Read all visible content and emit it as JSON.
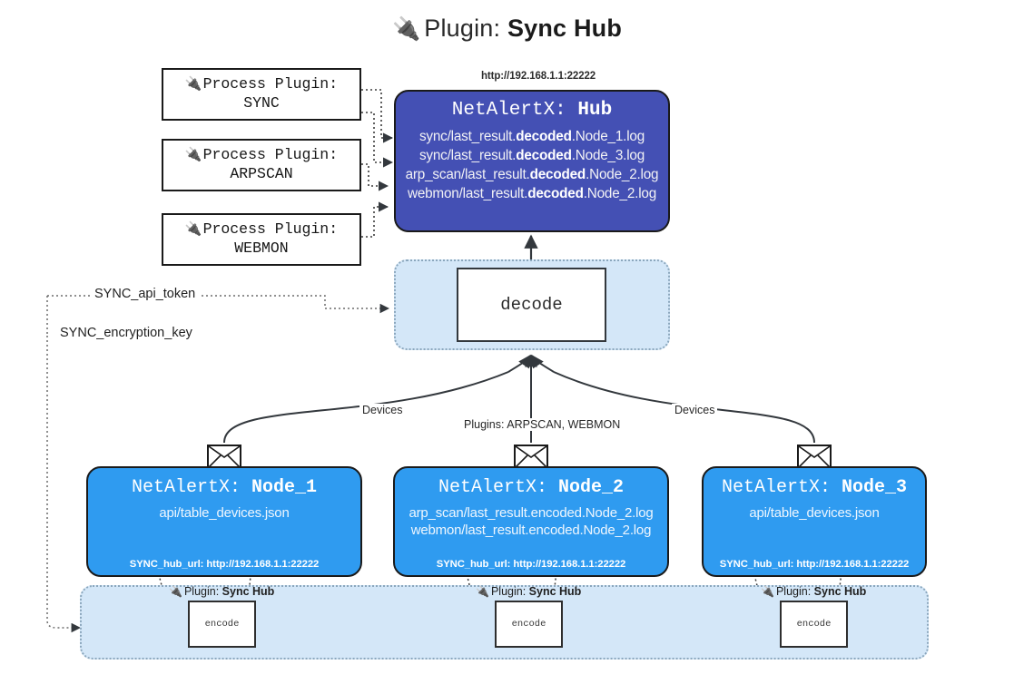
{
  "title": {
    "icon": "plug-icon",
    "prefix": "Plugin:",
    "name": "Sync Hub"
  },
  "process_plugins": [
    {
      "icon": "plug-icon",
      "line1": "Process Plugin:",
      "line2": "SYNC"
    },
    {
      "icon": "plug-icon",
      "line1": "Process Plugin:",
      "line2": "ARPSCAN"
    },
    {
      "icon": "plug-icon",
      "line1": "Process Plugin:",
      "line2": "WEBMON"
    }
  ],
  "hub": {
    "url": "http://192.168.1.1:22222",
    "title_prefix": "NetAlertX:",
    "title_name": "Hub",
    "logs": [
      {
        "pre": "sync/last_result.",
        "bold": "decoded",
        "post": ".Node_1.log"
      },
      {
        "pre": "sync/last_result.",
        "bold": "decoded",
        "post": ".Node_3.log"
      },
      {
        "pre": "arp_scan/last_result.",
        "bold": "decoded",
        "post": ".Node_2.log"
      },
      {
        "pre": "webmon/last_result.",
        "bold": "decoded",
        "post": ".Node_2.log"
      }
    ]
  },
  "decode": {
    "label": "decode"
  },
  "keys": {
    "api_token": "SYNC_api_token",
    "encryption_key": "SYNC_encryption_key"
  },
  "edge_labels": {
    "devices_left": "Devices",
    "plugins_center": "Plugins: ARPSCAN, WEBMON",
    "devices_right": "Devices"
  },
  "nodes": [
    {
      "title_prefix": "NetAlertX:",
      "title_name": "Node_1",
      "lines": [
        "api/table_devices.json"
      ],
      "footer": "SYNC_hub_url: http://192.168.1.1:22222",
      "icon": "envelope-icon"
    },
    {
      "title_prefix": "NetAlertX:",
      "title_name": "Node_2",
      "lines": [
        "arp_scan/last_result.encoded.Node_2.log",
        "webmon/last_result.encoded.Node_2.log"
      ],
      "footer": "SYNC_hub_url: http://192.168.1.1:22222",
      "icon": "envelope-icon"
    },
    {
      "title_prefix": "NetAlertX:",
      "title_name": "Node_3",
      "lines": [
        "api/table_devices.json"
      ],
      "footer": "SYNC_hub_url: http://192.168.1.1:22222",
      "icon": "envelope-icon"
    }
  ],
  "encoders": [
    {
      "icon": "plug-icon",
      "label_prefix": "Plugin:",
      "label_name": "Sync Hub",
      "box": "encode"
    },
    {
      "icon": "plug-icon",
      "label_prefix": "Plugin:",
      "label_name": "Sync Hub",
      "box": "encode"
    },
    {
      "icon": "plug-icon",
      "label_prefix": "Plugin:",
      "label_name": "Sync Hub",
      "box": "encode"
    }
  ],
  "colors": {
    "hub": "#4450b4",
    "node": "#2f9bf0",
    "container": "#d4e7f8",
    "container_border": "#8ba7bd",
    "stroke": "#1a1a1a"
  }
}
